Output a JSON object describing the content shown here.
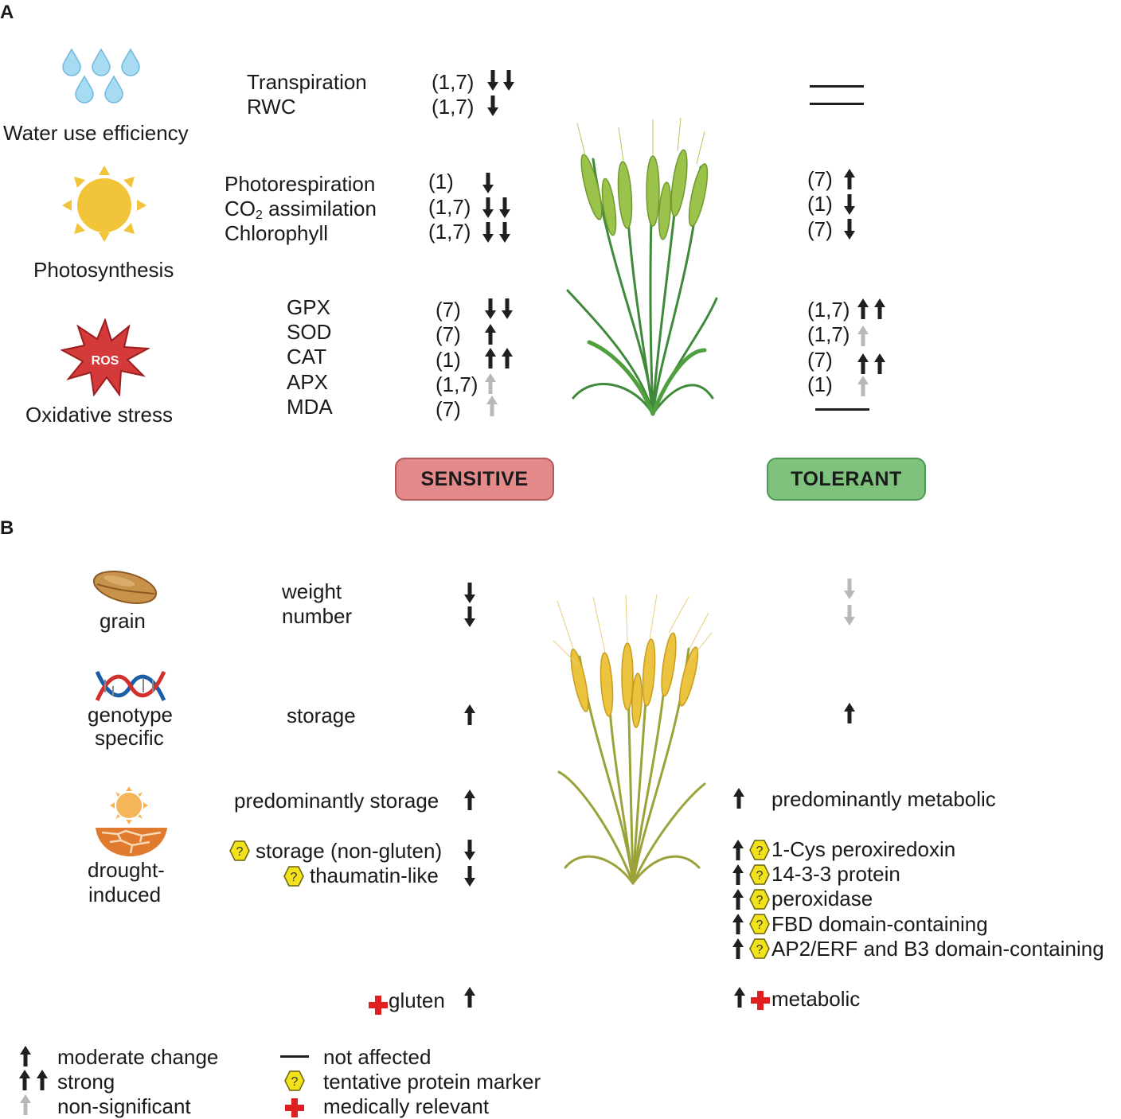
{
  "panels": {
    "a_letter": "A",
    "b_letter": "B"
  },
  "panel_a": {
    "categories": {
      "water": "Water use efficiency",
      "photo": "Photosynthesis",
      "ros_icon_text": "ROS",
      "ros": "Oxidative stress"
    },
    "params": {
      "transpiration": "Transpiration",
      "rwc": "RWC",
      "photorespiration": "Photorespiration",
      "co2_main": "CO",
      "co2_sub": "2",
      "co2_rest": " assimilation",
      "chlorophyll": "Chlorophyll",
      "gpx": "GPX",
      "sod": "SOD",
      "cat": "CAT",
      "apx": "APX",
      "mda": "MDA"
    },
    "sensitive_refs": {
      "transpiration": "(1,7)",
      "rwc": "(1,7)",
      "photorespiration": "(1)",
      "co2": "(1,7)",
      "chlorophyll": "(1,7)",
      "gpx": "(7)",
      "sod": "(7)",
      "cat": "(1)",
      "apx": "(1,7)",
      "mda": "(7)"
    },
    "tolerant_refs": {
      "photorespiration": "(7)",
      "co2": "(1)",
      "chlorophyll": "(7)",
      "gpx": "(1,7)",
      "sod": "(1,7)",
      "cat": "(7)",
      "apx": "(1)"
    },
    "sensitive_label": "SENSITIVE",
    "tolerant_label": "TOLERANT"
  },
  "panel_b": {
    "categories": {
      "grain": "grain",
      "genotype_1": "genotype",
      "genotype_2": "specific",
      "drought_1": "drought-",
      "drought_2": "induced"
    },
    "params": {
      "weight": "weight",
      "number": "number",
      "storage": "storage",
      "predominantly_storage": "predominantly storage",
      "storage_non_gluten": "storage (non-gluten)",
      "thaumatin": "thaumatin-like",
      "gluten": "gluten"
    },
    "tolerant_items": {
      "predominantly_metabolic": "predominantly metabolic",
      "peroxiredoxin": "1-Cys peroxiredoxin",
      "protein_1433": "14-3-3 protein",
      "peroxidase": "peroxidase",
      "fbd": "FBD domain-containing",
      "ap2": "AP2/ERF and B3 domain-containing",
      "metabolic": "metabolic"
    },
    "marker_glyph": "?"
  },
  "legend": {
    "moderate": "moderate change",
    "strong": "strong",
    "nonsig": "non-significant",
    "not_affected": "not affected",
    "tentative": "tentative protein marker",
    "medical": "medically relevant"
  },
  "colors": {
    "arrow_dark": "#1f1f1f",
    "arrow_gray": "#b8b8b8",
    "sensitive_fill": "#e48a8a",
    "tolerant_fill": "#7ec27e",
    "marker_yellow": "#f2e21b",
    "medical_red": "#e02020",
    "water_blue": "#8fd0ee",
    "sun_yellow": "#f1c43a",
    "ros_red": "#d43a3a",
    "green_wheat": "#8db43d",
    "ripe_wheat": "#e9c23a"
  }
}
